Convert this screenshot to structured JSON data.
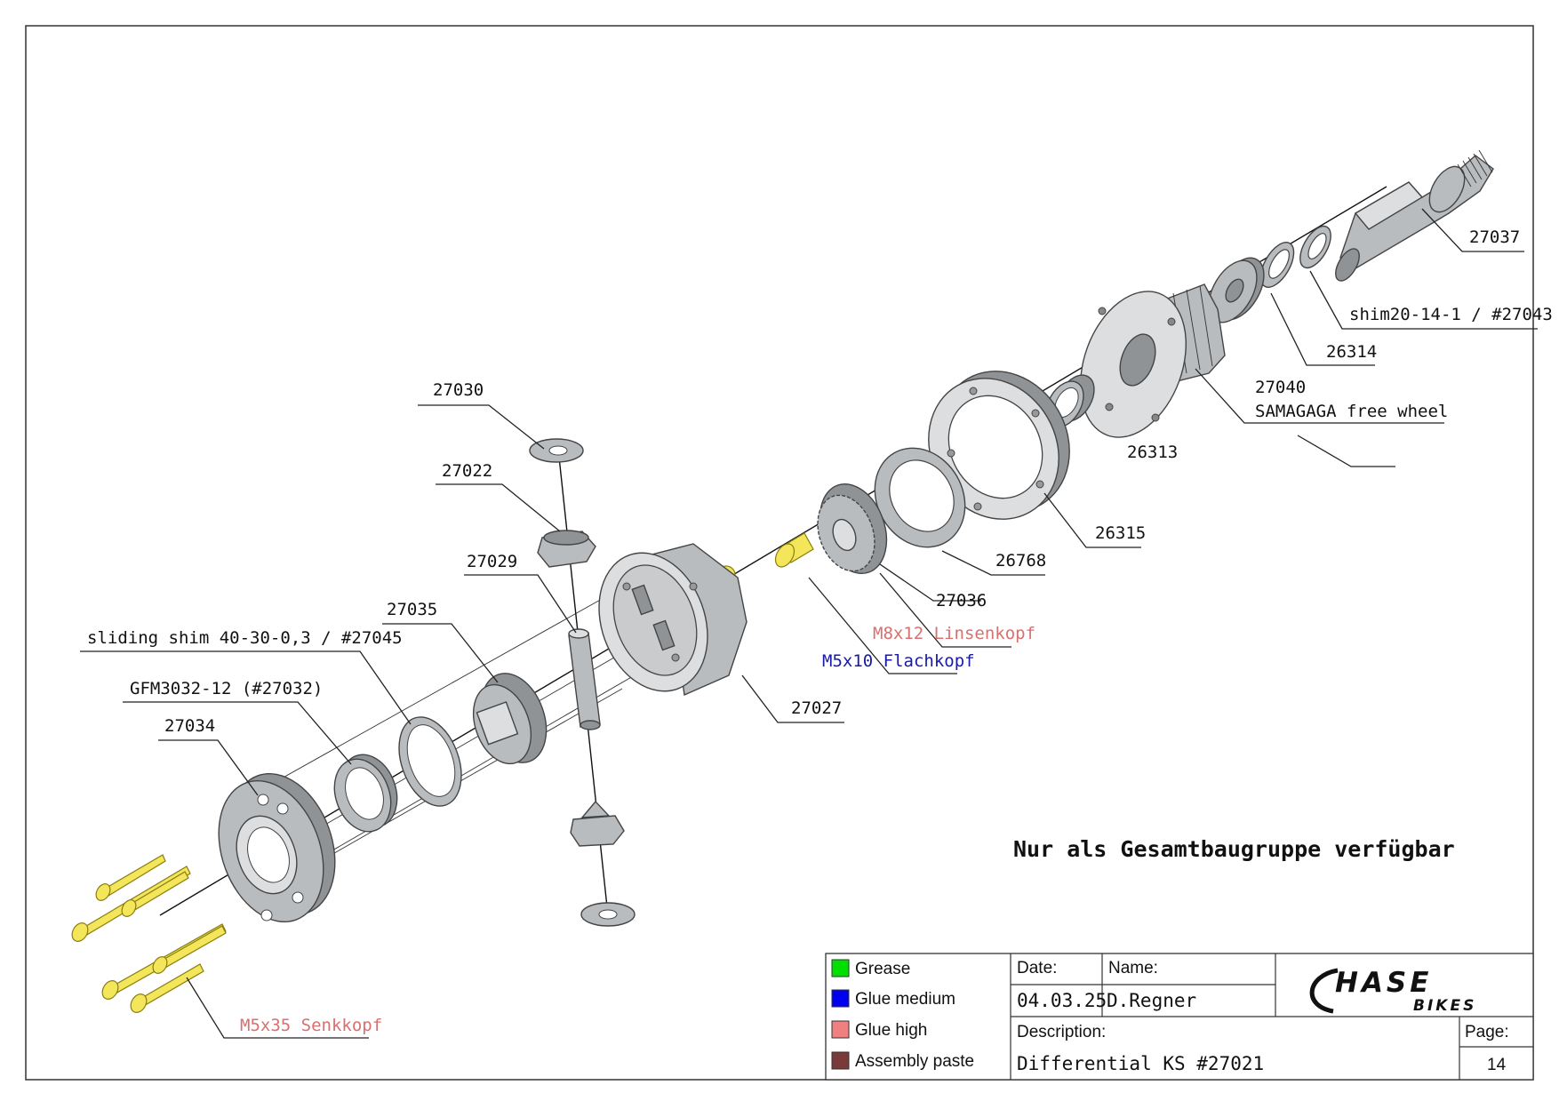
{
  "labels": {
    "p27037": "27037",
    "shim20": "shim20-14-1 / #27043",
    "p26314": "26314",
    "p27040": "27040",
    "samagaga": "SAMAGAGA free wheel",
    "p26313": "26313",
    "p26315": "26315",
    "p26768": "26768",
    "p27036": "27036",
    "m8x12": "M8x12 Linsenkopf",
    "m5x10": "M5x10  Flachkopf",
    "p27027": "27027",
    "p27030": "27030",
    "p27022": "27022",
    "p27029": "27029",
    "p27035": "27035",
    "sliding_shim": "sliding shim 40-30-0,3 / #27045",
    "gfm": "GFM3032-12 (#27032)",
    "p27034": "27034",
    "m5x35": "M5x35 Senkkopf"
  },
  "note": "Nur als Gesamtbaugruppe verfügbar",
  "legend": [
    {
      "label": "Grease",
      "color": "#00e000"
    },
    {
      "label": "Glue medium",
      "color": "#0000f0"
    },
    {
      "label": "Glue high",
      "color": "#f08080"
    },
    {
      "label": "Assembly paste",
      "color": "#7a3a3a"
    }
  ],
  "titleblock": {
    "date_label": "Date:",
    "date_value": "04.03.25",
    "name_label": "Name:",
    "name_value": "D.Regner",
    "description_label": "Description:",
    "description_value": "Differential KS #27021",
    "page_label": "Page:",
    "page_value": "14",
    "logo_main": "HASE",
    "logo_sub": "BIKES"
  },
  "colors": {
    "screw_highlight": "#f3e65a",
    "label_red": "#d9706f",
    "label_blue": "#1a1aa8"
  }
}
